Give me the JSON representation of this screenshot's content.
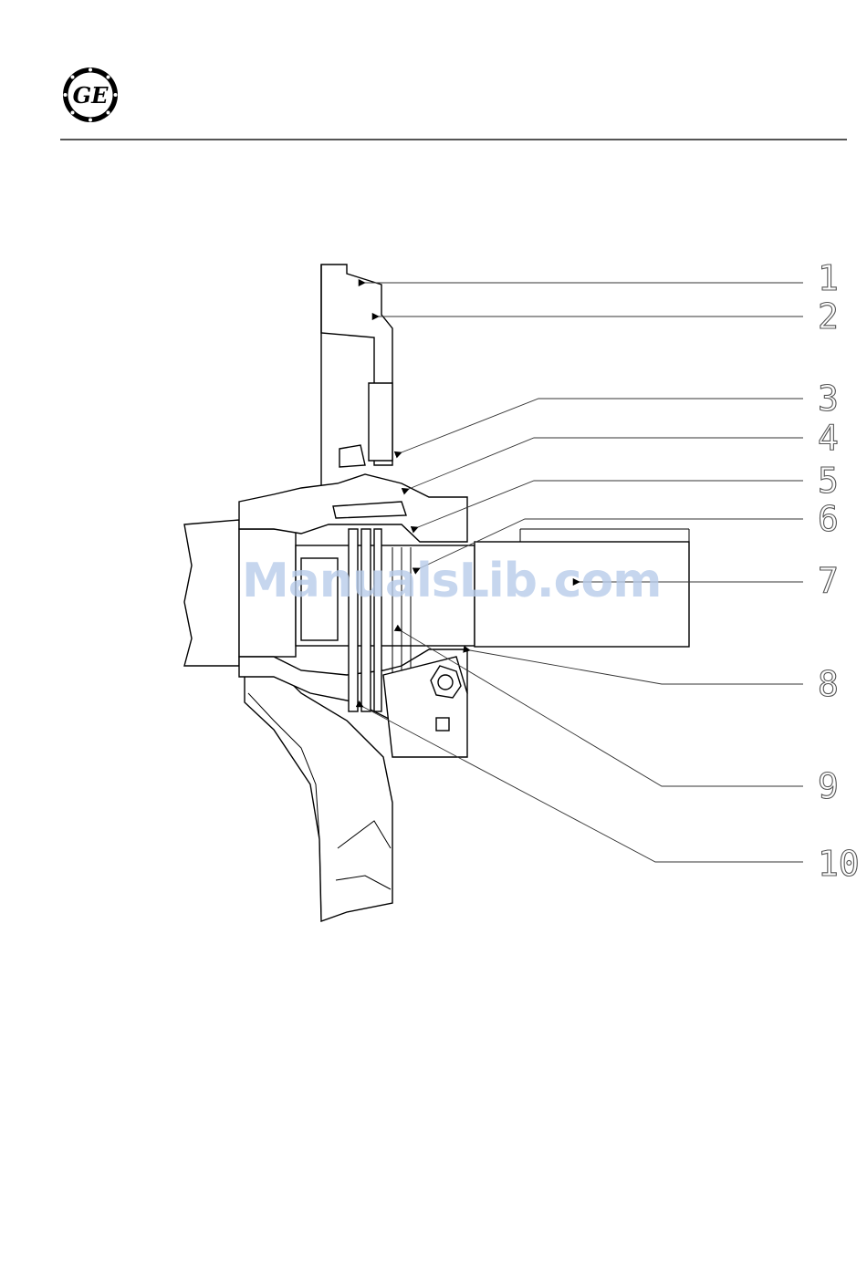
{
  "header": {
    "logo": "GE",
    "logo_icon": "ge-monogram-icon"
  },
  "figure": {
    "callouts": [
      {
        "number": "1"
      },
      {
        "number": "2"
      },
      {
        "number": "3"
      },
      {
        "number": "4"
      },
      {
        "number": "5"
      },
      {
        "number": "6"
      },
      {
        "number": "7"
      },
      {
        "number": "8"
      },
      {
        "number": "9"
      },
      {
        "number": "10"
      }
    ]
  },
  "watermark": "ManualsLib.com",
  "colors": {
    "line": "#000000",
    "rule": "#555555",
    "watermark": "#b9cdea"
  }
}
